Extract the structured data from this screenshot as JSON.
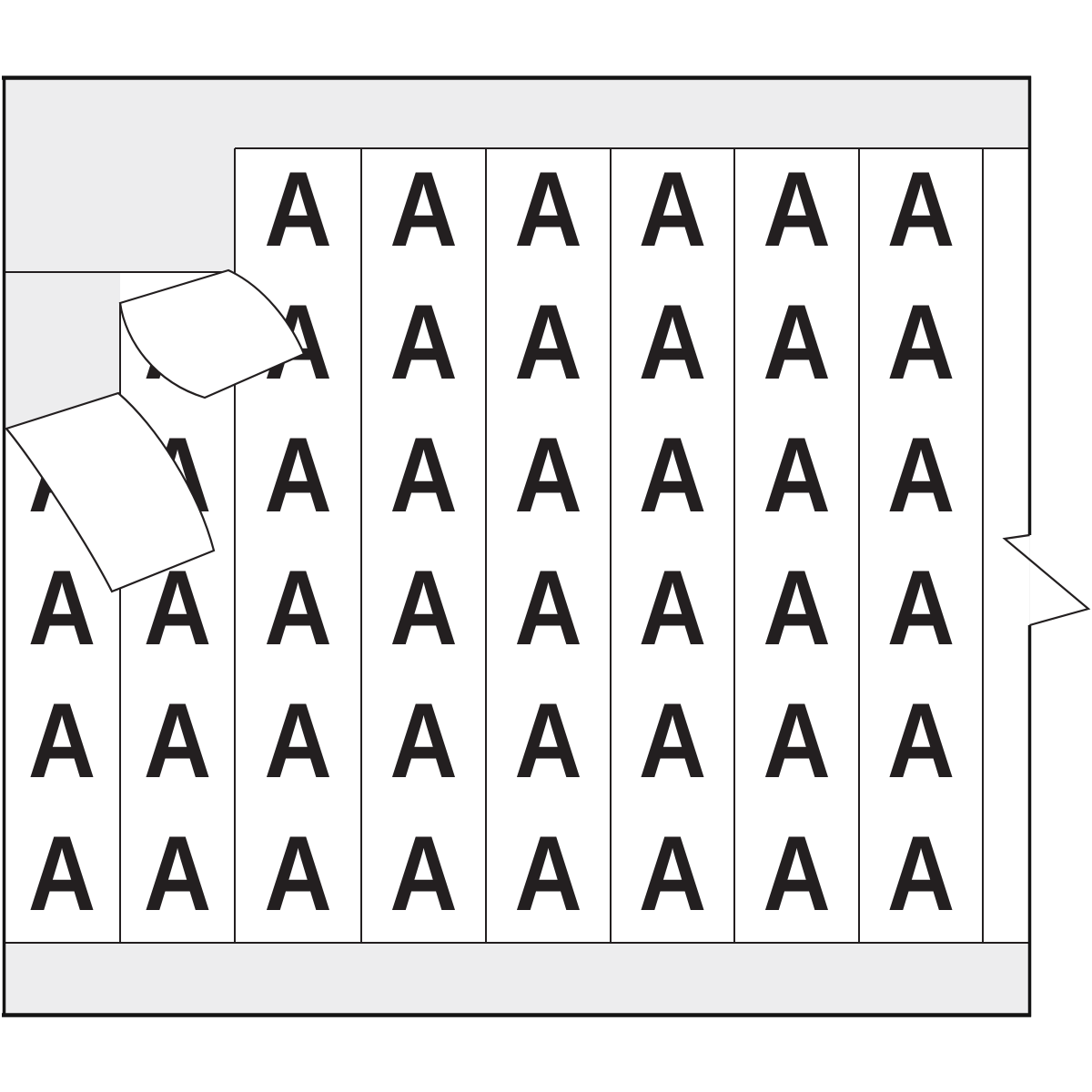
{
  "illustration": {
    "name": "wire-marker-card",
    "description": "Line-art illustration of a clip-on wire marker label card with repeating letter markers and two partially peeled labels",
    "legend_character": "A",
    "peeled_label_count": 2,
    "colors": {
      "page_background": "#ffffff",
      "card_background": "#ededee",
      "strip_background": "#ffffff",
      "line": "#231f20",
      "border": "#141414",
      "letter": "#231f20"
    },
    "marker_grid": {
      "column_count": 8,
      "row_count": 6,
      "rows": [
        {
          "columns_with_marker": [
            3,
            4,
            5,
            6,
            7,
            8
          ]
        },
        {
          "columns_with_marker": [
            2,
            3,
            4,
            5,
            6,
            7,
            8
          ]
        },
        {
          "columns_with_marker": [
            1,
            2,
            3,
            4,
            5,
            6,
            7,
            8
          ]
        },
        {
          "columns_with_marker": [
            1,
            2,
            3,
            4,
            5,
            6,
            7,
            8
          ]
        },
        {
          "columns_with_marker": [
            1,
            2,
            3,
            4,
            5,
            6,
            7,
            8
          ]
        },
        {
          "columns_with_marker": [
            1,
            2,
            3,
            4,
            5,
            6,
            7,
            8
          ]
        }
      ]
    }
  }
}
